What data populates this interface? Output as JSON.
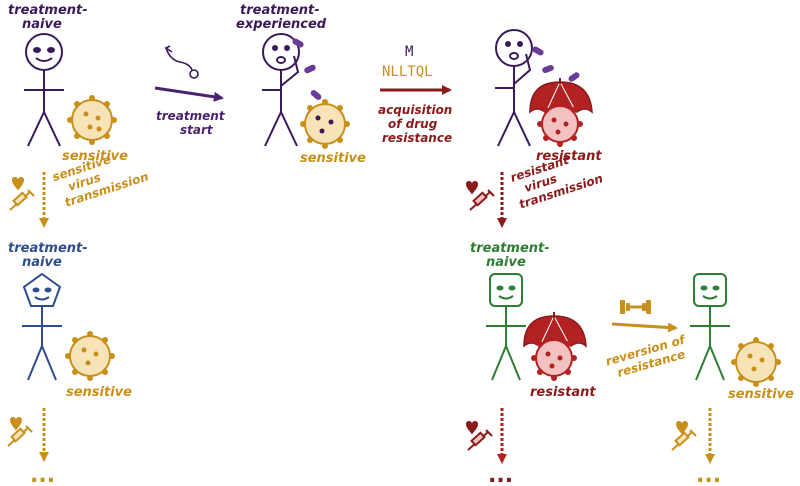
{
  "colors": {
    "purple": "#3b1a5a",
    "purple_arrow": "#4a2370",
    "gold": "#c8901a",
    "red": "#8b1a1a",
    "bright_red": "#b22222",
    "blue": "#2d4d8c",
    "green": "#2e7d32"
  },
  "top_row": {
    "naive_title_1": "treatment-",
    "naive_title_2": "naive",
    "experienced_title_1": "treatment-",
    "experienced_title_2": "experienced",
    "sensitive_1": "sensitive",
    "sensitive_2": "sensitive",
    "resistant_1": "resistant",
    "treatment_start_1": "treatment",
    "treatment_start_2": "start",
    "acq_1": "acquisition",
    "acq_2": "of drug",
    "acq_3": "resistance",
    "mutation_top": "M",
    "mutation_seq": "NLLTQL"
  },
  "transmission": {
    "sensitive_1": "sensitive",
    "sensitive_2": "virus",
    "sensitive_3": "transmission",
    "resistant_1": "resistant",
    "resistant_2": "virus",
    "resistant_3": "transmission"
  },
  "bottom_row": {
    "naive_blue_1": "treatment-",
    "naive_blue_2": "naive",
    "naive_green_1": "treatment-",
    "naive_green_2": "naive",
    "sensitive_blue": "sensitive",
    "resistant_green": "resistant",
    "sensitive_green": "sensitive",
    "reversion_1": "reversion of",
    "reversion_2": "resistance"
  },
  "ellipses": {
    "left": "...",
    "middle": "...",
    "right": "..."
  }
}
